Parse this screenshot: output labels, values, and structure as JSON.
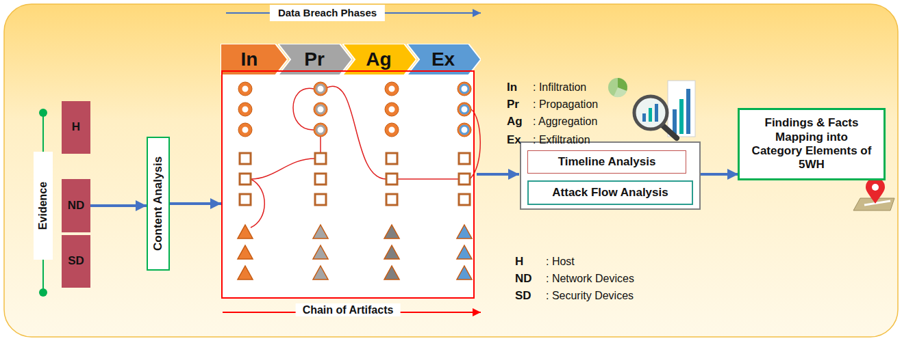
{
  "diagram": {
    "nodes": [
      {
        "text": [
          "Evidence"
        ]
      },
      {
        "text": [
          "H"
        ]
      },
      {
        "text": [
          "ND"
        ]
      },
      {
        "text": [
          "SD"
        ]
      },
      {
        "text": [
          "Content Analysis"
        ]
      },
      {
        "text": [
          "In"
        ]
      },
      {
        "text": [
          "Pr"
        ]
      },
      {
        "text": [
          "Ag"
        ]
      },
      {
        "text": [
          "Ex"
        ]
      },
      {
        "text": [
          "Chain of Artifacts"
        ]
      },
      {
        "text": [
          "Timeline Analysis"
        ]
      },
      {
        "text": [
          "Attack Flow Analysis"
        ]
      },
      {
        "text": [
          "Findings & Facts Mapping into Category Elements of 5WH"
        ]
      }
    ],
    "edges": [
      {
        "from": 2,
        "to": 4,
        "arrow": "to"
      },
      {
        "from": 4,
        "to": 9,
        "arrow": "to"
      }
    ],
    "labels": [
      "Data Breach Phases",
      "In",
      ": Infiltration",
      "Pr",
      ": Propagation",
      "Ag",
      ": Aggregation",
      "Ex",
      ": Exfiltration",
      "H",
      ": Host",
      "ND",
      ": Network Devices",
      "SD",
      ": Security Devices"
    ]
  }
}
